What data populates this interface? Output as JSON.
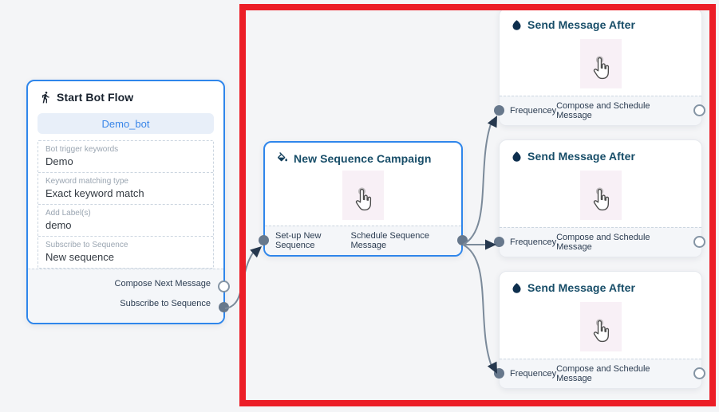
{
  "colors": {
    "highlight_red": "#ec1e27",
    "accent_blue": "#2f86eb",
    "title_teal": "#174d68",
    "edge_gray": "#7b8a9a",
    "arrow_navy": "#26384e",
    "port_gray": "#67788c"
  },
  "start_node": {
    "title": "Start Bot Flow",
    "bot_button_label": "Demo_bot",
    "fields": [
      {
        "label": "Bot trigger keywords",
        "value": "Demo"
      },
      {
        "label": "Keyword matching type",
        "value": "Exact keyword match"
      },
      {
        "label": "Add Label(s)",
        "value": "demo"
      },
      {
        "label": "Subscribe to Sequence",
        "value": "New sequence"
      }
    ],
    "outputs": [
      {
        "label": "Compose Next Message"
      },
      {
        "label": "Subscribe to Sequence"
      }
    ]
  },
  "campaign_node": {
    "title": "New Sequence Campaign",
    "input_label": "Set-up New Sequence",
    "output_label": "Schedule Sequence Message"
  },
  "send_nodes": [
    {
      "title": "Send Message After",
      "input_label": "Frequencey",
      "output_label": "Compose and Schedule Message"
    },
    {
      "title": "Send Message After",
      "input_label": "Frequencey",
      "output_label": "Compose and Schedule Message"
    },
    {
      "title": "Send Message After",
      "input_label": "Frequencey",
      "output_label": "Compose and Schedule Message"
    }
  ]
}
